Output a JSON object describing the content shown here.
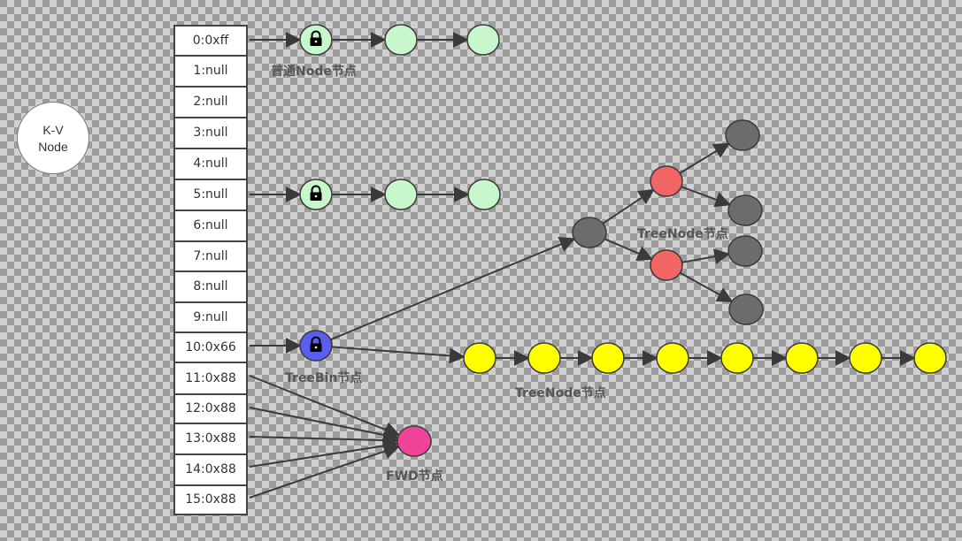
{
  "legend": {
    "line1": "K-V",
    "line2": "Node"
  },
  "buckets": [
    "0:0xff",
    "1:null",
    "2:null",
    "3:null",
    "4:null",
    "5:null",
    "6:null",
    "7:null",
    "8:null",
    "9:null",
    "10:0x66",
    "11:0x88",
    "12:0x88",
    "13:0x88",
    "14:0x88",
    "15:0x88"
  ],
  "captions": {
    "normal": "普通Node节点",
    "treenode_tree": "TreeNode节点",
    "treebin": "TreeBin节点",
    "treenode_list": "TreeNode节点",
    "fwd": "FWD节点"
  },
  "colors": {
    "normal_node": "#c9f7cd",
    "lock_bin": "#5a5ef0",
    "tree_red": "#f26565",
    "tree_black": "#6c6c6c",
    "list_yellow": "#ffff00",
    "fwd": "#f0449a"
  },
  "icons": {
    "lock": "lock-icon"
  }
}
